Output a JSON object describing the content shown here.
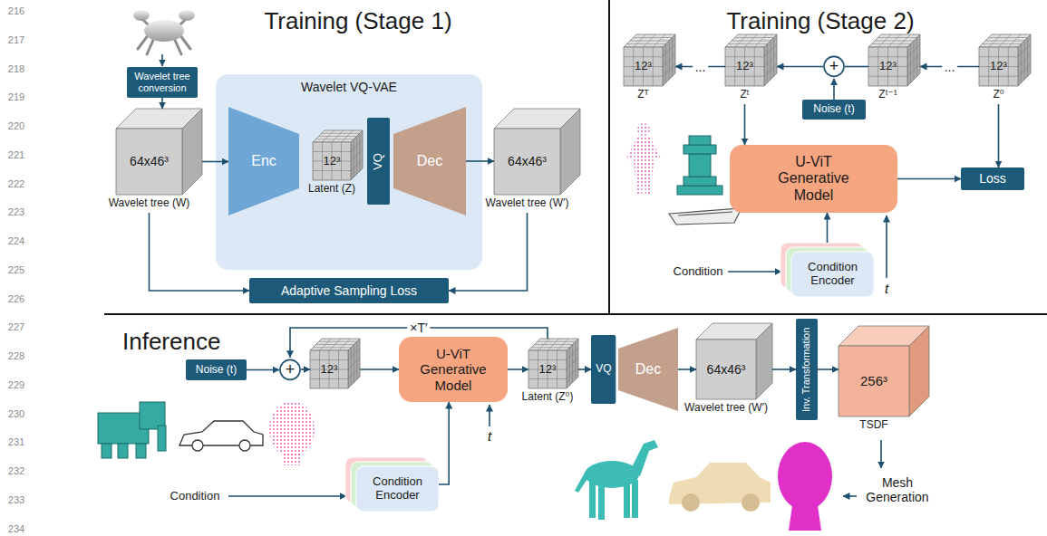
{
  "diagram": {
    "nodes": [
      {
        "text": [
          "Wavelet tree conversion"
        ]
      },
      {
        "text": [
          "64x46³",
          "Wavelet tree (W)"
        ]
      },
      {
        "text": [
          "Wavelet VQ-VAE"
        ]
      },
      {
        "text": [
          "Enc"
        ],
        "in": 2
      },
      {
        "text": [
          "12³",
          "Latent (Z)"
        ],
        "in": 2
      },
      {
        "text": [
          "VQ"
        ],
        "in": 2
      },
      {
        "text": [
          "Dec"
        ],
        "in": 2
      },
      {
        "text": [
          "64x46³",
          "Wavelet tree (W′)"
        ]
      },
      {
        "text": [
          "Adaptive Sampling Loss"
        ]
      },
      {
        "text": [
          "12³",
          "Zᵀ"
        ]
      },
      {
        "text": [
          "12³",
          "Zᵗ"
        ]
      },
      {
        "text": [
          "+"
        ]
      },
      {
        "text": [
          "12³",
          "Zᵗ⁻¹"
        ]
      },
      {
        "text": [
          "12³",
          "Z⁰"
        ]
      },
      {
        "text": [
          "Noise (t)"
        ]
      },
      {
        "text": [
          "U-ViT Generative Model"
        ]
      },
      {
        "text": [
          "Loss"
        ]
      },
      {
        "text": [
          "Condition Encoder"
        ]
      },
      {
        "text": [
          "Noise (t)"
        ]
      },
      {
        "text": [
          "+"
        ]
      },
      {
        "text": [
          "12³"
        ]
      },
      {
        "text": [
          "U-ViT Generative Model"
        ]
      },
      {
        "text": [
          "12³",
          "Latent (Z⁰)"
        ]
      },
      {
        "text": [
          "VQ"
        ]
      },
      {
        "text": [
          "Dec"
        ]
      },
      {
        "text": [
          "64x46³",
          "Wavelet tree (W′)"
        ]
      },
      {
        "text": [
          "Inv. Transformation"
        ]
      },
      {
        "text": [
          "256³",
          "TSDF"
        ]
      },
      {
        "text": [
          "Condition Encoder"
        ]
      }
    ],
    "edges": [
      {
        "from": 0,
        "to": 1,
        "arrow": "to"
      },
      {
        "from": 1,
        "to": 3,
        "arrow": "to"
      },
      {
        "from": 6,
        "to": 7,
        "arrow": "to"
      },
      {
        "from": 1,
        "to": 8,
        "arrow": "to"
      },
      {
        "from": 7,
        "to": 8,
        "arrow": "to"
      },
      {
        "from": 13,
        "to": 12,
        "label": "...",
        "arrow": "to"
      },
      {
        "from": 12,
        "to": 11,
        "arrow": "none"
      },
      {
        "from": 11,
        "to": 10,
        "arrow": "to"
      },
      {
        "from": 14,
        "to": 11,
        "arrow": "to"
      },
      {
        "from": 10,
        "to": 9,
        "label": "...",
        "arrow": "to"
      },
      {
        "from": 10,
        "to": 15,
        "arrow": "to"
      },
      {
        "from": 13,
        "to": 16,
        "arrow": "to"
      },
      {
        "from": 15,
        "to": 16,
        "arrow": "to"
      },
      {
        "from": 17,
        "to": 15,
        "arrow": "to"
      },
      {
        "from": 22,
        "to": 19,
        "label": "×T′",
        "arrow": "to"
      },
      {
        "from": 18,
        "to": 19,
        "arrow": "to"
      },
      {
        "from": 19,
        "to": 20,
        "arrow": "to"
      },
      {
        "from": 20,
        "to": 21,
        "arrow": "to"
      },
      {
        "from": 21,
        "to": 22,
        "arrow": "to"
      },
      {
        "from": 22,
        "to": 23,
        "arrow": "to"
      },
      {
        "from": 24,
        "to": 25,
        "arrow": "to"
      },
      {
        "from": 25,
        "to": 26,
        "arrow": "to"
      },
      {
        "from": 26,
        "to": 27,
        "arrow": "to"
      },
      {
        "from": 28,
        "to": 21,
        "arrow": "to"
      }
    ],
    "labels": [
      "216",
      "217",
      "218",
      "219",
      "220",
      "221",
      "222",
      "223",
      "224",
      "225",
      "226",
      "227",
      "228",
      "229",
      "230",
      "231",
      "232",
      "233",
      "234",
      "Training (Stage 1)",
      "Training (Stage 2)",
      "Condition",
      "t",
      "Inference",
      "Condition",
      "t",
      "Mesh Generation"
    ]
  }
}
